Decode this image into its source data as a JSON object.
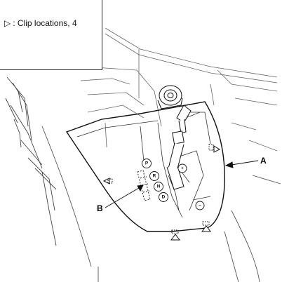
{
  "legend": {
    "symbol": "▷",
    "text": ": Clip locations, 4"
  },
  "callouts": {
    "a": "A",
    "b": "B"
  },
  "gear_positions": [
    "P",
    "R",
    "N",
    "D"
  ],
  "manual_shift": {
    "plus": "+",
    "minus": "−"
  },
  "icons": {
    "legend_symbol": "clip-triangle-icon",
    "clip": "clip-icon"
  },
  "colors": {
    "line": "#1a1a1a",
    "light_line": "#777777",
    "background": "#ffffff"
  }
}
